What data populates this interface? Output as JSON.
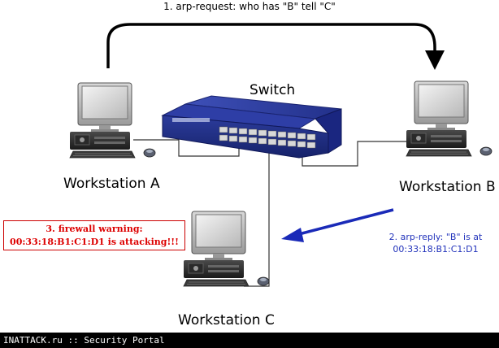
{
  "title": "1. arp-request: who has \"B\" tell \"C\"",
  "nodes": {
    "switch": "Switch",
    "workstation_a": "Workstation A",
    "workstation_b": "Workstation B",
    "workstation_c": "Workstation C"
  },
  "steps": {
    "reply_line1": "2. arp-reply: \"B\" is at",
    "reply_line2": "00:33:18:B1:C1:D1",
    "warning_line1": "3. firewall warning:",
    "warning_line2": "00:33:18:B1:C1:D1 is attacking!!!"
  },
  "footer": "INATTACK.ru :: Security Portal",
  "colors": {
    "request_arrow": "#000000",
    "reply_arrow": "#1a2ab8",
    "warning_text": "#dd0000",
    "reply_text": "#2233bb",
    "switch_body": "#2a3a9a"
  }
}
